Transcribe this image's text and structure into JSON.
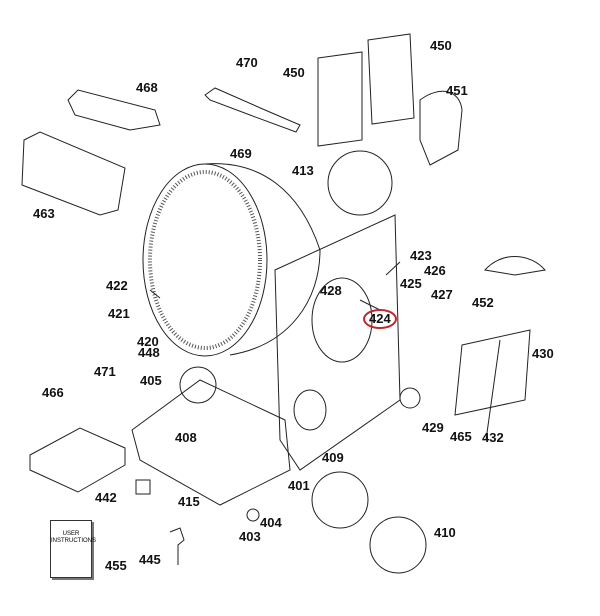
{
  "diagram": {
    "manual_text": "USER INSTRUCTIONS",
    "highlight_color": "#c0282d",
    "highlighted_part": "424",
    "labels": {
      "p470": "470",
      "p450a": "450",
      "p450b": "450",
      "p451": "451",
      "p468": "468",
      "p469": "469",
      "p413": "413",
      "p463": "463",
      "p423": "423",
      "p426": "426",
      "p425": "425",
      "p427": "427",
      "p452": "452",
      "p422": "422",
      "p428": "428",
      "p424": "424",
      "p421": "421",
      "p430": "430",
      "p420": "420",
      "p448": "448",
      "p471": "471",
      "p405": "405",
      "p466": "466",
      "p429": "429",
      "p408": "408",
      "p465": "465",
      "p432": "432",
      "p409": "409",
      "p415": "415",
      "p401": "401",
      "p442": "442",
      "p404": "404",
      "p403": "403",
      "p410": "410",
      "p445": "445",
      "p455": "455"
    }
  }
}
